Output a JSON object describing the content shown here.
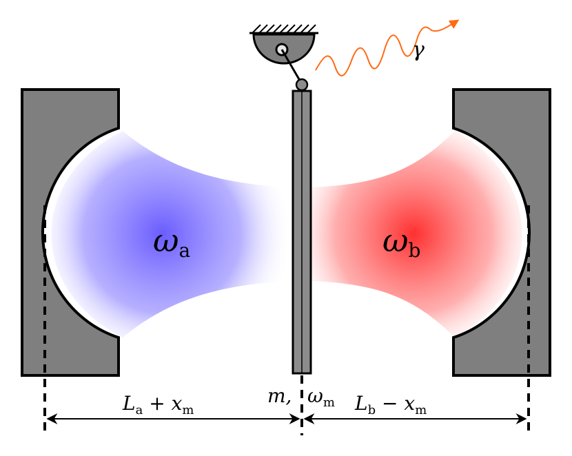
{
  "labels": {
    "omega_left": {
      "symbol": "ω",
      "sub": "a"
    },
    "omega_right": {
      "symbol": "ω",
      "sub": "b"
    },
    "photon": "γ",
    "mass_symbol": "m,",
    "omega_membrane": {
      "symbol": "ω",
      "sub": "m"
    },
    "length_left": {
      "L": "L",
      "Lsub": "a",
      "op": " + ",
      "x": "x",
      "xsub": "m"
    },
    "length_right": {
      "L": "L",
      "Lsub": "b",
      "op": " − ",
      "x": "x",
      "xsub": "m"
    }
  },
  "colors": {
    "mirror_fill": "#7f7f7f",
    "membrane_fill": "#8c8c8c",
    "cavity_a": "#6a5cff",
    "cavity_b": "#ff3b3b",
    "photon_line": "#ff6a13",
    "stroke": "#000000"
  }
}
